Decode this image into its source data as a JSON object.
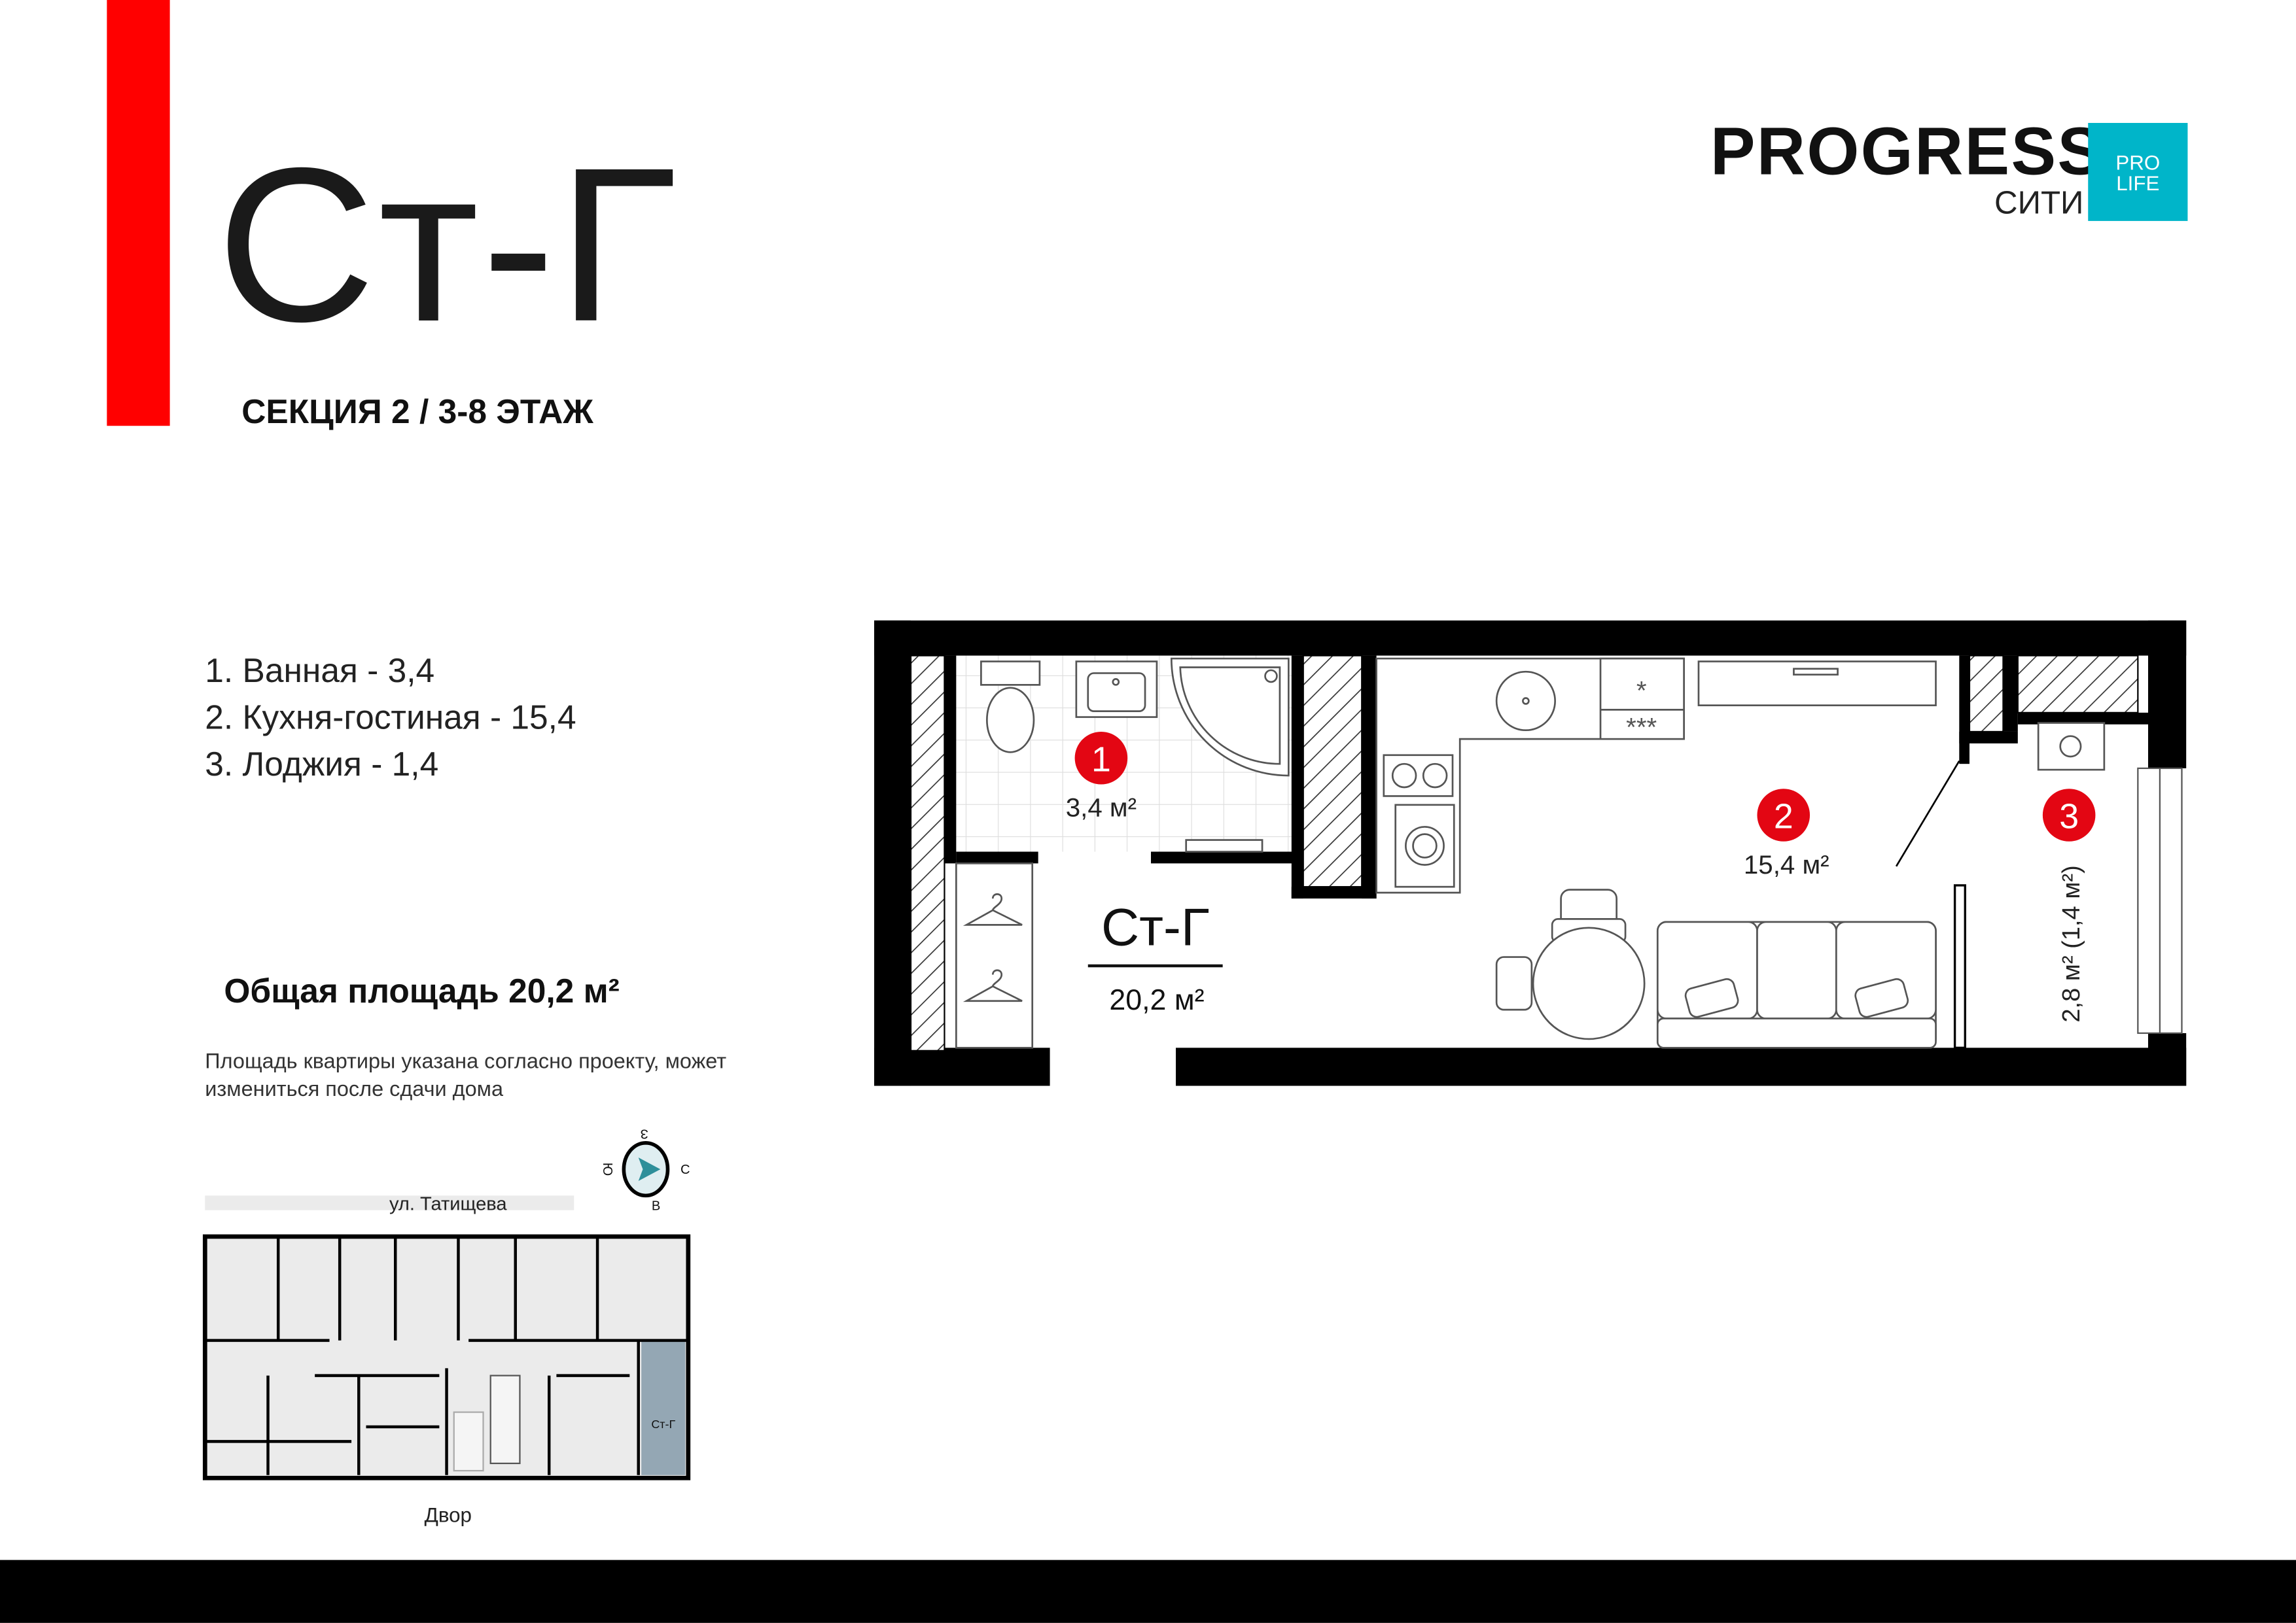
{
  "header": {
    "apartment_code": "Ст-Г",
    "section_floor": "СЕКЦИЯ 2 / 3-8 ЭТАЖ",
    "accent_color": "#ff0000"
  },
  "logo": {
    "name": "PROGRESS",
    "subtitle": "СИТИ",
    "badge_line1": "PRO",
    "badge_line2": "LIFE",
    "badge_color": "#00b5c9"
  },
  "rooms_list": [
    {
      "label": "1. Ванная - 3,4"
    },
    {
      "label": "2. Кухня-гостиная - 15,4"
    },
    {
      "label": "3. Лоджия - 1,4"
    }
  ],
  "total_area": "Общая площадь 20,2 м²",
  "note": "Площадь квартиры указана согласно проекту, может измениться после сдачи дома",
  "plan": {
    "unit_label": "Ст-Г",
    "unit_area": "20,2 м²",
    "rooms": [
      {
        "number": "1",
        "area": "3,4 м²"
      },
      {
        "number": "2",
        "area": "15,4 м²"
      },
      {
        "number": "3",
        "area": "2,8 м² (1,4 м²)"
      }
    ],
    "badge_color": "#e30613"
  },
  "key_plan": {
    "street": "ул. Татищева",
    "yard": "Двор",
    "unit_label": "Ст-Г",
    "highlight_color": "#94a7b4",
    "compass": {
      "n": "С",
      "s": "Ю",
      "e": "В",
      "w": "З"
    }
  }
}
